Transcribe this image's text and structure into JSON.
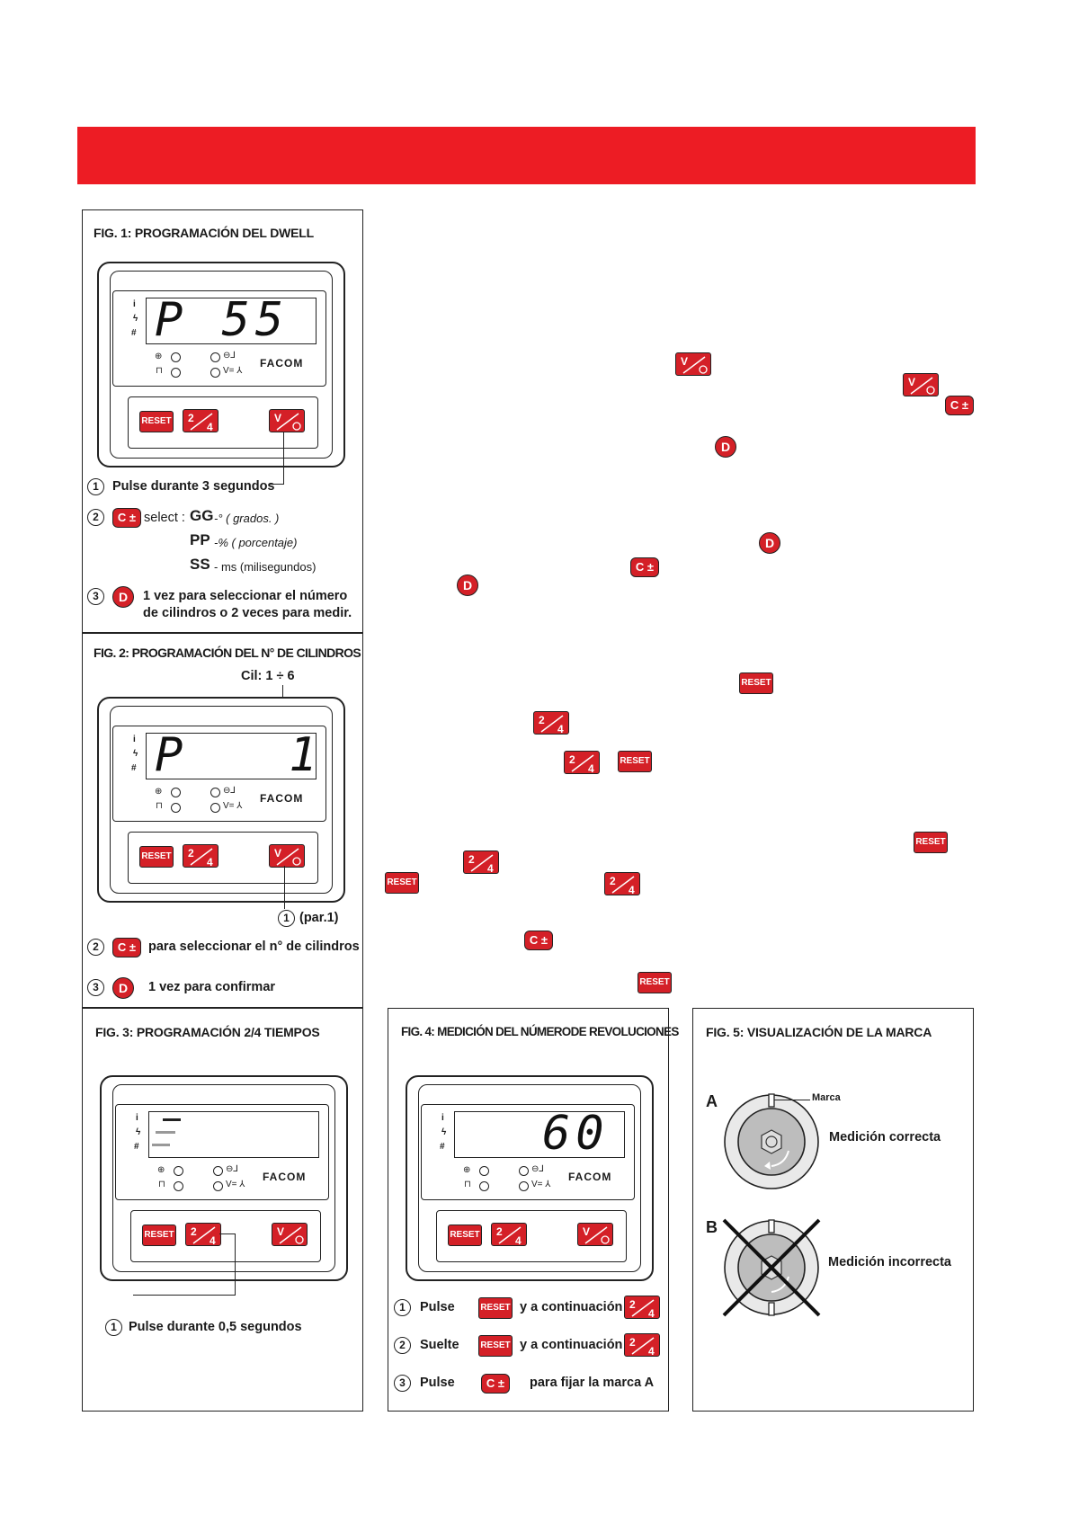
{
  "fig1": {
    "title": "FIG. 1: PROGRAMACIÓN DEL DWELL",
    "display": "P 55",
    "step1": "Pulse durante 3 segundos",
    "step2_prefix": "select :",
    "gg": "GG",
    "gg_desc": "-° ( grados. )",
    "pp": "PP",
    "pp_desc": "-% ( porcentaje)",
    "ss": "SS",
    "ss_desc": "- ms (milisegundos)",
    "step3_line1": "1 vez para seleccionar el número",
    "step3_line2": "de cilindros o 2 veces para medir."
  },
  "fig2": {
    "title": "FIG. 2: PROGRAMACIÓN DEL N° DE CILINDROS",
    "cil_label": "Cil: 1 ÷ 6",
    "display": "P   1",
    "step1": "(par.1)",
    "step2": "para seleccionar el n° de cilindros",
    "step3": "1 vez para confirmar"
  },
  "fig3": {
    "title": "FIG. 3: PROGRAMACIÓN 2/4 TIEMPOS",
    "step1": "Pulse durante 0,5 segundos"
  },
  "fig4": {
    "title": "FIG. 4: MEDICIÓN DEL NÚMERODE REVOLUCIONES",
    "display": "60",
    "step1_a": "Pulse",
    "step1_b": "y a continuación",
    "step2_a": "Suelte",
    "step2_b": "y a continuación",
    "step3_a": "Pulse",
    "step3_b": "para fijar la marca A"
  },
  "fig5": {
    "title": "FIG. 5: VISUALIZACIÓN DE LA MARCA",
    "label_a": "A",
    "label_b": "B",
    "marca": "Marca",
    "correct": "Medición correcta",
    "incorrect": "Medición incorrecta"
  },
  "buttons": {
    "reset": "RESET",
    "c": "C ±",
    "d": "D",
    "brand": "FACOM"
  },
  "step_numbers": [
    "1",
    "2",
    "3"
  ],
  "colors": {
    "banner": "#ed1c24",
    "button": "#d42027"
  }
}
